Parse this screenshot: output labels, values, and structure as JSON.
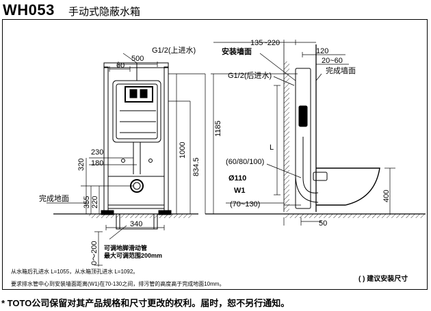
{
  "header": {
    "model": "WH053",
    "product": "手动式隐蔽水箱"
  },
  "dimensions": {
    "d500": "500",
    "d60": "60",
    "d230": "230",
    "d180": "180",
    "d320": "320",
    "d355": "355",
    "d220": "220",
    "d340": "340",
    "d0_200": "0～200",
    "d1000": "1000",
    "d834": "834.5",
    "d1185": "1185",
    "d135_220": "135~220",
    "d120": "120",
    "d20_60": "20~60",
    "dL": "L",
    "d60_80_100": "(60/80/100)",
    "d110": "Ø110",
    "dW1": "W1",
    "d70_130": "(70~130)",
    "d50": "50",
    "d400": "400"
  },
  "labels": {
    "inlet_top": "G1/2(上进水)",
    "inlet_back": "G1/2(后进水)",
    "install_wall": "安装墙面",
    "finished_wall": "完成墙面",
    "finished_floor": "完成地面",
    "adjustable_pipe": "可调地脚滑动管",
    "adjust_range": "最大可调范围200mm"
  },
  "notes": {
    "line1": "从水箱后孔进水 L=1055，从水箱顶孔进水 L=1092。",
    "line2": "要求排水管中心到安装墙面距离(W1)在70-130之间，排污管的高度高于完成地面10mm。",
    "legend": "( ) 建议安装尺寸"
  },
  "footer": {
    "disclaimer": "* TOTO公司保留对其产品规格和尺寸更改的权利。届时，恕不另行通知。"
  }
}
